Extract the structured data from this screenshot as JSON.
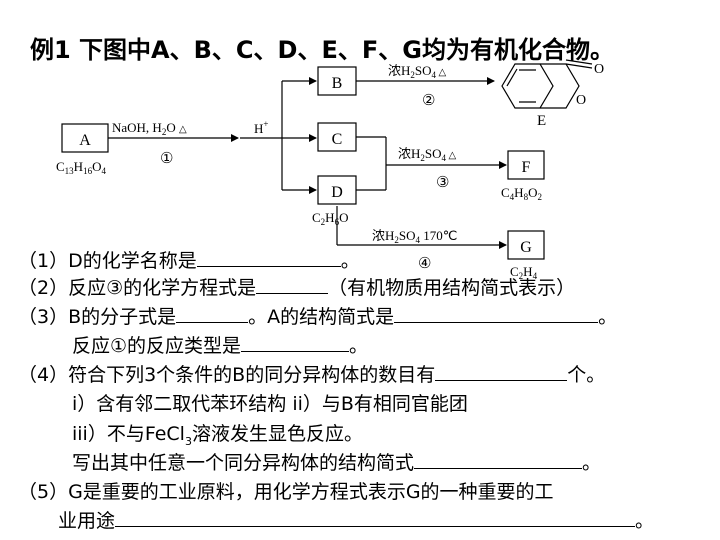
{
  "title": "例1  下图中A、B、C、D、E、F、G均为有机化合物。",
  "scheme": {
    "A": "A",
    "B": "B",
    "C": "C",
    "D": "D",
    "E": "E",
    "F": "F",
    "G": "G",
    "A_formula": [
      "C",
      "13",
      "H",
      "16",
      "O",
      "4"
    ],
    "D_formula": [
      "C",
      "2",
      "H",
      "6",
      "O",
      ""
    ],
    "F_formula": [
      "C",
      "4",
      "H",
      "8",
      "O",
      "2"
    ],
    "G_formula": [
      "C",
      "2",
      "H",
      "4",
      "",
      ""
    ],
    "r1_reagent": [
      "NaOH, H",
      "2",
      "O ",
      "△"
    ],
    "r1_num": "①",
    "acid": [
      "H",
      "+"
    ],
    "r2_reagent": [
      "浓H",
      "2",
      "SO",
      "4",
      " △"
    ],
    "r2_num": "②",
    "r3_reagent": [
      "浓H",
      "2",
      "SO",
      "4",
      " △"
    ],
    "r3_num": "③",
    "r4_reagent": [
      "浓H",
      "2",
      "SO",
      "4",
      "  170℃"
    ],
    "r4_num": "④",
    "ring_O1": "O",
    "ring_O2": "O"
  },
  "questions": {
    "q1": "（1）D的化学名称是",
    "q1_end": "。",
    "q2": "（2）反应③的化学方程式是",
    "q2_end": "（有机物质用结构简式表示）",
    "q3a": "（3）B的分子式是",
    "q3a_mid": "。A的结构简式是",
    "q3a_end": "。",
    "q3b": "反应①的反应类型是",
    "q3b_end": "。",
    "q4": "（4）符合下列3个条件的B的同分异构体的数目有",
    "q4_end": "个。",
    "q4_i": "i）含有邻二取代苯环结构      ii）与B有相同官能团",
    "q4_iii_pre": "iii）不与FeCl",
    "q4_iii_sub": "3",
    "q4_iii_post": "溶液发生显色反应。",
    "q4_write": "写出其中任意一个同分异构体的结构简式",
    "q4_write_end": "。",
    "q5": "（5）G是重要的工业原料，用化学方程式表示G的一种重要的工",
    "q5_cont": "业用途",
    "q5_end": "。"
  }
}
